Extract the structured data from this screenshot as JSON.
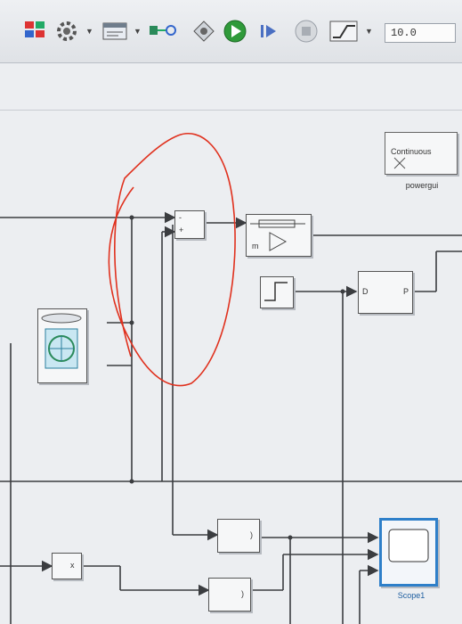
{
  "toolbar": {
    "stop_time": "10.0",
    "icons": [
      "library-browser-icon",
      "model-config-gear-icon",
      "model-explorer-icon",
      "signal-lines-icon",
      "debug-icon",
      "run-icon",
      "step-forward-icon",
      "stop-icon",
      "data-inspector-icon"
    ]
  },
  "blocks": {
    "powergui_text": "Continuous",
    "powergui_label": "powergui",
    "sub_port_left": "-",
    "sub_port_right": "+",
    "meas_port_m": "m",
    "pulse_port_d": "D",
    "pulse_port_p": "P",
    "prod_port_bottom": "x",
    "scope_label": "Scope1"
  },
  "colors": {
    "canvas": "#eceef1",
    "wire": "#3b3d40",
    "scope_border": "#2e7fc9",
    "annotation": "#e0311e"
  }
}
